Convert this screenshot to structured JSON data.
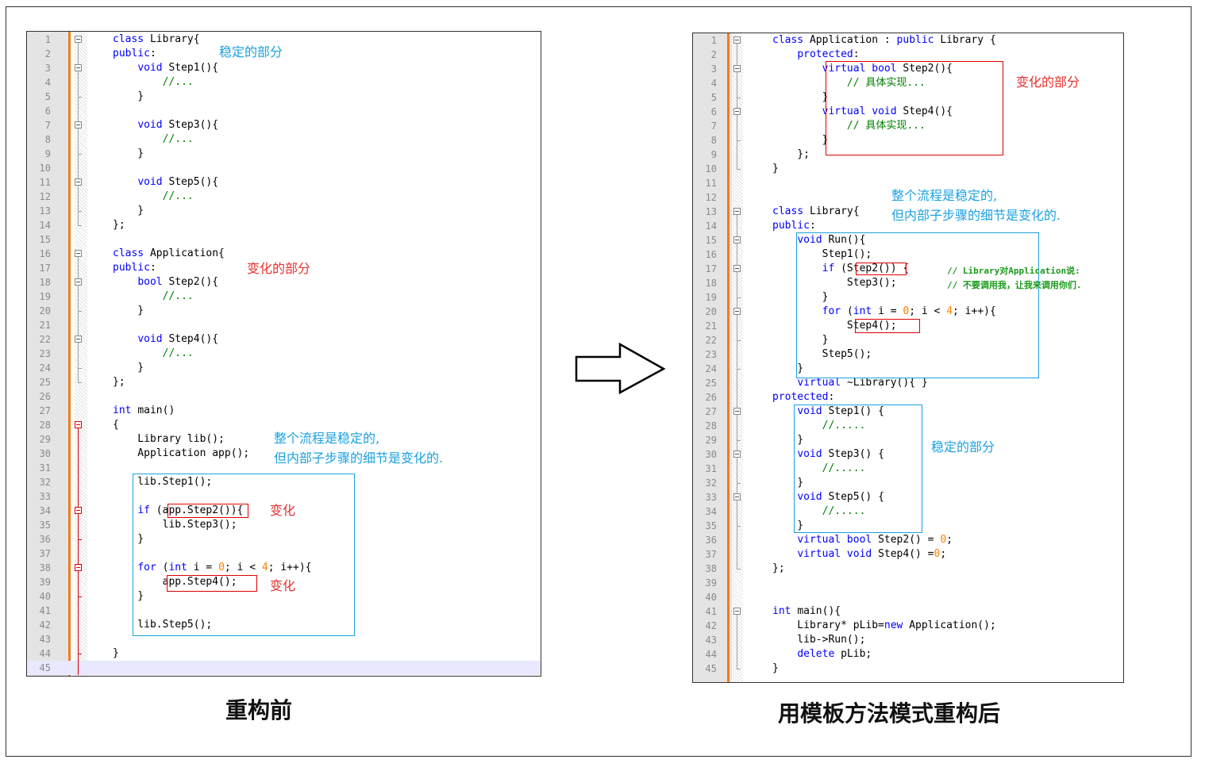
{
  "left": {
    "caption": "重构前",
    "lines": [
      [
        {
          "t": "class ",
          "c": "kw"
        },
        {
          "t": "Library{"
        }
      ],
      [
        {
          "t": "public",
          "c": "kw"
        },
        {
          "t": ":"
        }
      ],
      [
        {
          "t": "    "
        },
        {
          "t": "void ",
          "c": "kw"
        },
        {
          "t": "Step1(){"
        }
      ],
      [
        {
          "t": "        "
        },
        {
          "t": "//...",
          "c": "cm"
        }
      ],
      [
        {
          "t": "    }"
        }
      ],
      [],
      [
        {
          "t": "    "
        },
        {
          "t": "void ",
          "c": "kw"
        },
        {
          "t": "Step3(){"
        }
      ],
      [
        {
          "t": "        "
        },
        {
          "t": "//...",
          "c": "cm"
        }
      ],
      [
        {
          "t": "    }"
        }
      ],
      [],
      [
        {
          "t": "    "
        },
        {
          "t": "void ",
          "c": "kw"
        },
        {
          "t": "Step5(){"
        }
      ],
      [
        {
          "t": "        "
        },
        {
          "t": "//...",
          "c": "cm"
        }
      ],
      [
        {
          "t": "    }"
        }
      ],
      [
        {
          "t": "};"
        }
      ],
      [],
      [
        {
          "t": "class ",
          "c": "kw"
        },
        {
          "t": "Application{"
        }
      ],
      [
        {
          "t": "public",
          "c": "kw"
        },
        {
          "t": ":"
        }
      ],
      [
        {
          "t": "    "
        },
        {
          "t": "bool ",
          "c": "kw"
        },
        {
          "t": "Step2(){"
        }
      ],
      [
        {
          "t": "        "
        },
        {
          "t": "//...",
          "c": "cm"
        }
      ],
      [
        {
          "t": "    }"
        }
      ],
      [],
      [
        {
          "t": "    "
        },
        {
          "t": "void ",
          "c": "kw"
        },
        {
          "t": "Step4(){"
        }
      ],
      [
        {
          "t": "        "
        },
        {
          "t": "//...",
          "c": "cm"
        }
      ],
      [
        {
          "t": "    }"
        }
      ],
      [
        {
          "t": "};"
        }
      ],
      [],
      [
        {
          "t": "int ",
          "c": "kw"
        },
        {
          "t": "main()"
        }
      ],
      [
        {
          "t": "{"
        }
      ],
      [
        {
          "t": "    Library lib();"
        }
      ],
      [
        {
          "t": "    Application app();"
        }
      ],
      [],
      [
        {
          "t": "    lib.Step1();"
        }
      ],
      [],
      [
        {
          "t": "    "
        },
        {
          "t": "if ",
          "c": "kw"
        },
        {
          "t": "(app.Step2()){"
        }
      ],
      [
        {
          "t": "        lib.Step3();"
        }
      ],
      [
        {
          "t": "    }"
        }
      ],
      [],
      [
        {
          "t": "    "
        },
        {
          "t": "for ",
          "c": "kw"
        },
        {
          "t": "("
        },
        {
          "t": "int ",
          "c": "kw"
        },
        {
          "t": "i = "
        },
        {
          "t": "0",
          "c": "num"
        },
        {
          "t": "; i < "
        },
        {
          "t": "4",
          "c": "num"
        },
        {
          "t": "; i++){"
        }
      ],
      [
        {
          "t": "        app.Step4();"
        }
      ],
      [
        {
          "t": "    }"
        }
      ],
      [],
      [
        {
          "t": "    lib.Step5();"
        }
      ],
      [],
      [
        {
          "t": "}"
        }
      ],
      []
    ],
    "notes": [
      {
        "text": "稳定的部分",
        "color": "blue"
      },
      {
        "text": "变化的部分",
        "color": "red"
      },
      {
        "text": "整个流程是稳定的,",
        "color": "blue"
      },
      {
        "text": "但内部子步骤的细节是变化的.",
        "color": "blue"
      },
      {
        "text": "变化",
        "color": "red"
      },
      {
        "text": "变化",
        "color": "red"
      }
    ]
  },
  "right": {
    "caption": "用模板方法模式重构后",
    "lines": [
      [
        {
          "t": "class ",
          "c": "kw"
        },
        {
          "t": "Application : "
        },
        {
          "t": "public ",
          "c": "kw"
        },
        {
          "t": "Library {"
        }
      ],
      [
        {
          "t": "    "
        },
        {
          "t": "protected",
          "c": "kw"
        },
        {
          "t": ":"
        }
      ],
      [
        {
          "t": "        "
        },
        {
          "t": "virtual bool ",
          "c": "kw"
        },
        {
          "t": "Step2(){"
        }
      ],
      [
        {
          "t": "            "
        },
        {
          "t": "// 具体实现...",
          "c": "cm"
        }
      ],
      [
        {
          "t": "        }"
        }
      ],
      [
        {
          "t": "        "
        },
        {
          "t": "virtual void ",
          "c": "kw"
        },
        {
          "t": "Step4(){"
        }
      ],
      [
        {
          "t": "            "
        },
        {
          "t": "// 具体实现...",
          "c": "cm"
        }
      ],
      [
        {
          "t": "        }"
        }
      ],
      [
        {
          "t": "    };"
        }
      ],
      [
        {
          "t": "}"
        }
      ],
      [],
      [],
      [
        {
          "t": "class ",
          "c": "kw"
        },
        {
          "t": "Library{"
        }
      ],
      [
        {
          "t": "public",
          "c": "kw"
        },
        {
          "t": ":"
        }
      ],
      [
        {
          "t": "    "
        },
        {
          "t": "void ",
          "c": "kw"
        },
        {
          "t": "Run(){"
        }
      ],
      [
        {
          "t": "        Step1();"
        }
      ],
      [
        {
          "t": "        "
        },
        {
          "t": "if ",
          "c": "kw"
        },
        {
          "t": "(Step2()) {"
        }
      ],
      [
        {
          "t": "            Step3();"
        }
      ],
      [
        {
          "t": "        }"
        }
      ],
      [
        {
          "t": "        "
        },
        {
          "t": "for ",
          "c": "kw"
        },
        {
          "t": "("
        },
        {
          "t": "int ",
          "c": "kw"
        },
        {
          "t": "i = "
        },
        {
          "t": "0",
          "c": "num"
        },
        {
          "t": "; i < "
        },
        {
          "t": "4",
          "c": "num"
        },
        {
          "t": "; i++){"
        }
      ],
      [
        {
          "t": "            Step4();"
        }
      ],
      [
        {
          "t": "        }"
        }
      ],
      [
        {
          "t": "        Step5();"
        }
      ],
      [
        {
          "t": "    }"
        }
      ],
      [
        {
          "t": "    "
        },
        {
          "t": "virtual ",
          "c": "kw"
        },
        {
          "t": "~Library(){ }"
        }
      ],
      [
        {
          "t": "protected",
          "c": "kw"
        },
        {
          "t": ":"
        }
      ],
      [
        {
          "t": "    "
        },
        {
          "t": "void ",
          "c": "kw"
        },
        {
          "t": "Step1() {"
        }
      ],
      [
        {
          "t": "        "
        },
        {
          "t": "//.....",
          "c": "cm"
        }
      ],
      [
        {
          "t": "    }"
        }
      ],
      [
        {
          "t": "    "
        },
        {
          "t": "void ",
          "c": "kw"
        },
        {
          "t": "Step3() {"
        }
      ],
      [
        {
          "t": "        "
        },
        {
          "t": "//.....",
          "c": "cm"
        }
      ],
      [
        {
          "t": "    }"
        }
      ],
      [
        {
          "t": "    "
        },
        {
          "t": "void ",
          "c": "kw"
        },
        {
          "t": "Step5() {"
        }
      ],
      [
        {
          "t": "        "
        },
        {
          "t": "//.....",
          "c": "cm"
        }
      ],
      [
        {
          "t": "    }"
        }
      ],
      [
        {
          "t": "    "
        },
        {
          "t": "virtual bool ",
          "c": "kw"
        },
        {
          "t": "Step2() = "
        },
        {
          "t": "0",
          "c": "num"
        },
        {
          "t": ";"
        }
      ],
      [
        {
          "t": "    "
        },
        {
          "t": "virtual void ",
          "c": "kw"
        },
        {
          "t": "Step4() ="
        },
        {
          "t": "0",
          "c": "num"
        },
        {
          "t": ";"
        }
      ],
      [
        {
          "t": "};"
        }
      ],
      [],
      [],
      [
        {
          "t": "int ",
          "c": "kw"
        },
        {
          "t": "main(){"
        }
      ],
      [
        {
          "t": "    Library* pLib="
        },
        {
          "t": "new ",
          "c": "kw"
        },
        {
          "t": "Application();"
        }
      ],
      [
        {
          "t": "    lib->Run();"
        }
      ],
      [
        {
          "t": "    "
        },
        {
          "t": "delete ",
          "c": "kw"
        },
        {
          "t": "pLib;"
        }
      ],
      [
        {
          "t": "}"
        }
      ]
    ],
    "notes": [
      {
        "text": "变化的部分",
        "color": "red"
      },
      {
        "text": "整个流程是稳定的,",
        "color": "blue"
      },
      {
        "text": "但内部子步骤的细节是变化的.",
        "color": "blue"
      },
      {
        "text": "稳定的部分",
        "color": "blue"
      }
    ],
    "inline_comment": [
      "// Library对Application说:",
      "// 不要调用我，让我来调用你们."
    ]
  },
  "colors": {
    "keyword": "#0000ff",
    "comment": "#008000",
    "number": "#ff8000",
    "note_blue": "#1ba1e2",
    "note_red": "#e8312f",
    "gutter_bar": "#f07d1a"
  },
  "arrow_icon": "right-arrow-icon"
}
